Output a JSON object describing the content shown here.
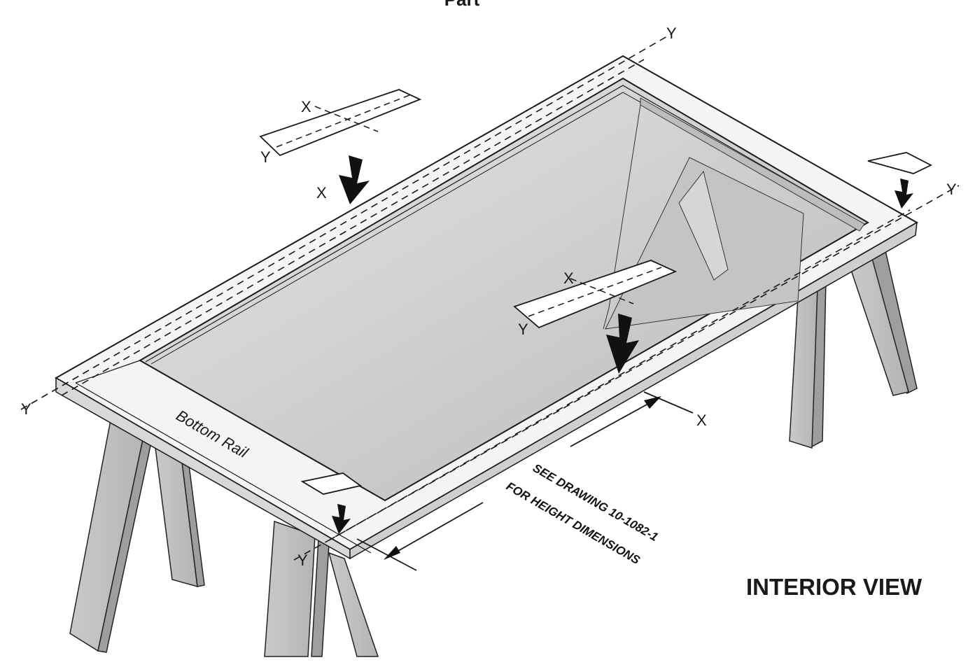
{
  "title_partial": "Part",
  "view_label": "INTERIOR VIEW",
  "rail_label": "Bottom Rail",
  "note": {
    "line1": "SEE DRAWING 10-1082-1",
    "line2": "FOR HEIGHT DIMENSIONS"
  },
  "axes": {
    "x": "X",
    "y": "Y"
  }
}
